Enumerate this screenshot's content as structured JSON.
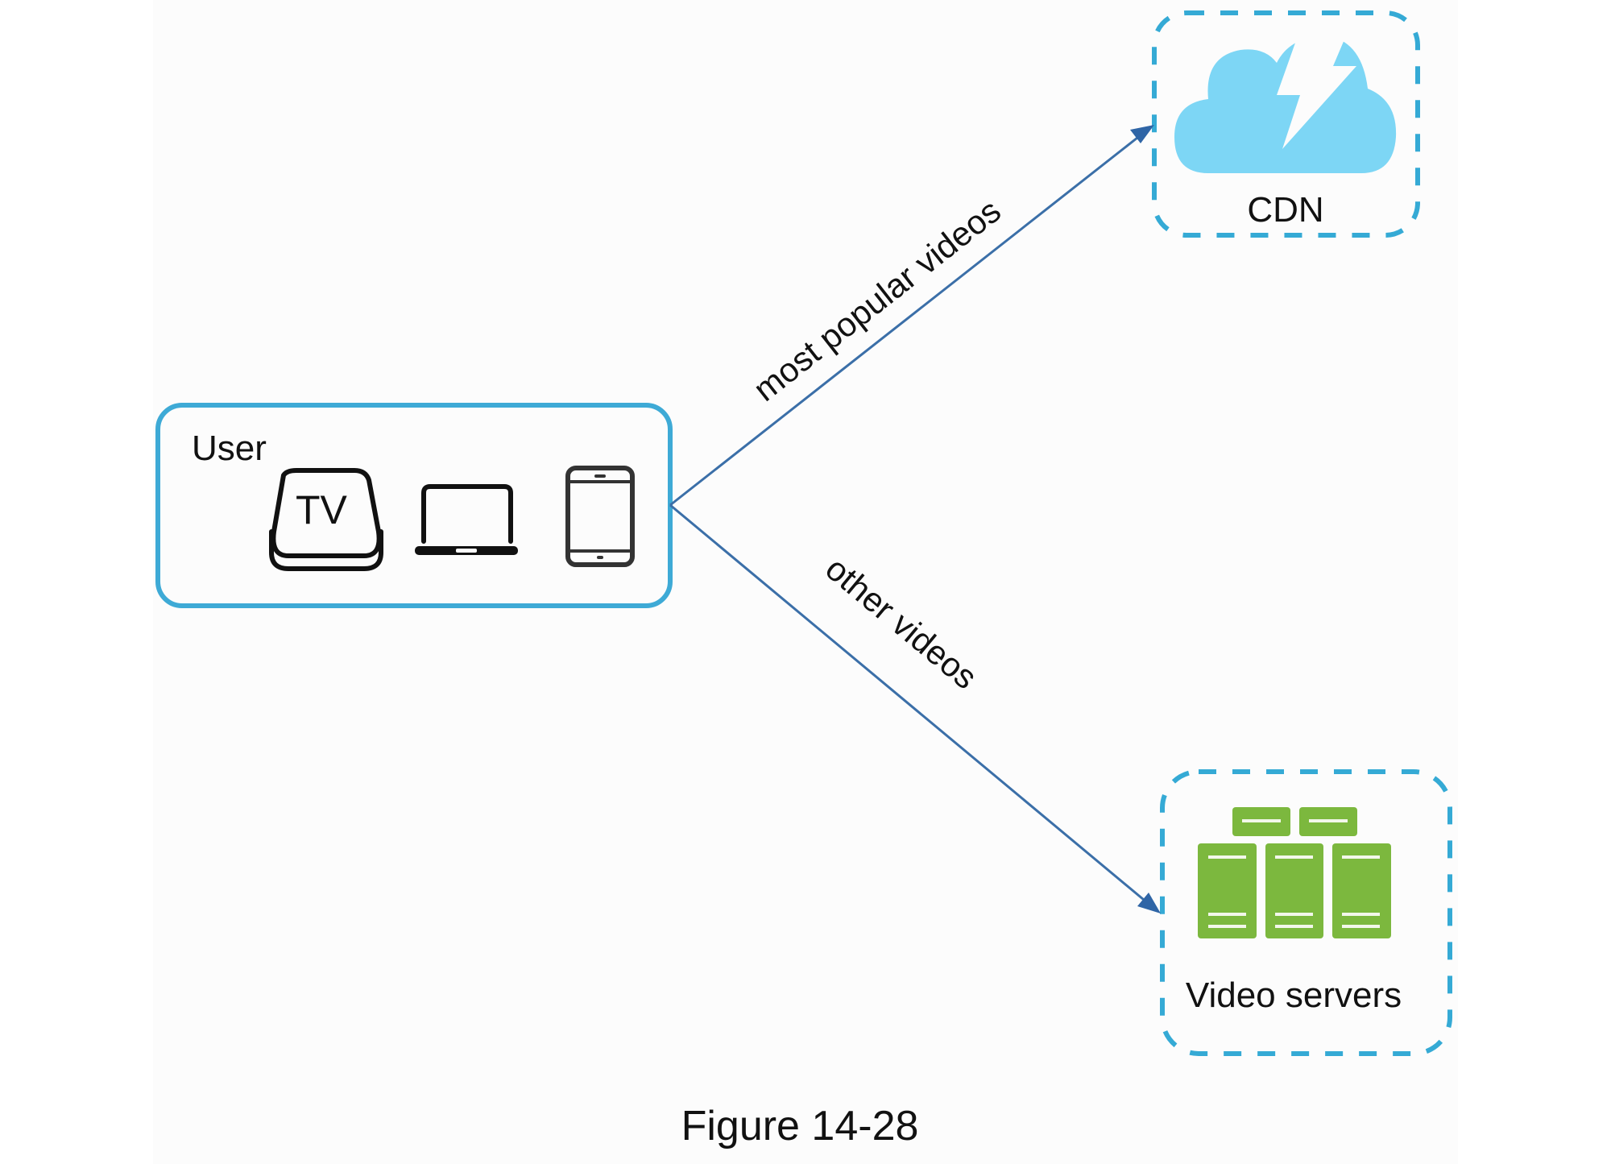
{
  "figure": {
    "caption": "Figure 14-28"
  },
  "nodes": {
    "user": {
      "label": "User",
      "devices": [
        {
          "name": "tv",
          "icon": "tv-box-icon",
          "text": "TV"
        },
        {
          "name": "laptop",
          "icon": "laptop-icon"
        },
        {
          "name": "phone",
          "icon": "smartphone-icon"
        }
      ]
    },
    "cdn": {
      "label": "CDN",
      "icon": "cloud-lightning-icon"
    },
    "video_servers": {
      "label": "Video servers",
      "icon": "server-cluster-icon"
    }
  },
  "edges": [
    {
      "from": "user",
      "to": "cdn",
      "label": "most popular videos"
    },
    {
      "from": "user",
      "to": "video_servers",
      "label": "other videos"
    }
  ],
  "colors": {
    "user_border": "#3eaad6",
    "dashed_border": "#35aad5",
    "edge": "#3b6fa8",
    "cloud": "#7dd6f5",
    "server": "#7cb83e",
    "panel_background": "#fcfcfc"
  }
}
